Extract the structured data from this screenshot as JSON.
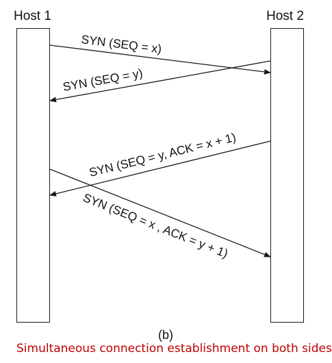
{
  "hosts": {
    "host1": "Host 1",
    "host2": "Host 2"
  },
  "messages": [
    {
      "label": "SYN (SEQ = x)",
      "from": "host1",
      "to": "host2"
    },
    {
      "label": "SYN (SEQ = y)",
      "from": "host2",
      "to": "host1"
    },
    {
      "label": "SYN (SEQ = y, ACK = x + 1)",
      "from": "host2",
      "to": "host1"
    },
    {
      "label": "SYN (SEQ = x , ACK = y + 1)",
      "from": "host1",
      "to": "host2"
    }
  ],
  "part_label": "(b)",
  "caption": "Simultaneous connection establishment on both sides",
  "colors": {
    "caption": "#c00000",
    "lines": "#1a1a1a"
  }
}
